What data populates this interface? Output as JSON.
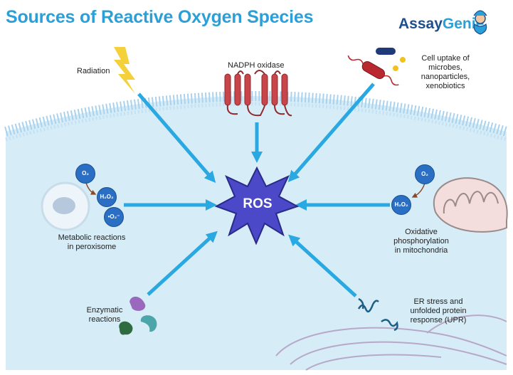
{
  "title": "Sources of Reactive Oxygen Species",
  "logo": {
    "part1": "Assay",
    "part2": "Genie"
  },
  "center": {
    "label": "ROS"
  },
  "colors": {
    "title": "#2b9fd8",
    "arrow": "#2aa8e2",
    "star": "#4b49c8",
    "cell": "#d6edf7",
    "membrane": "#a9d2ee"
  },
  "sources": {
    "radiation": "Radiation",
    "nadph": "NADPH oxidase",
    "uptake": [
      "Cell uptake of",
      "microbes,",
      "nanoparticles,",
      "xenobiotics"
    ],
    "peroxisome": [
      "Metabolic reactions",
      "in peroxisome"
    ],
    "mitochondria": [
      "Oxidative",
      "phosphorylation",
      "in mitochondria"
    ],
    "enzymatic": [
      "Enzymatic",
      "reactions"
    ],
    "er": [
      "ER stress and",
      "unfolded protein",
      "response (UPR)"
    ]
  },
  "molecules": {
    "o2": "O₂",
    "h2o2": "H₂O₂",
    "superoxide": "•O₂⁻"
  }
}
